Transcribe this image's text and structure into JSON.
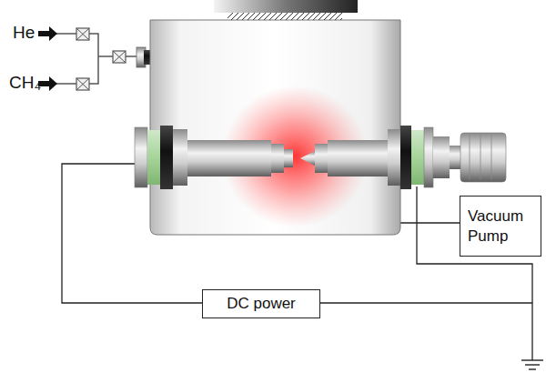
{
  "diagram": {
    "nodes": [
      {
        "text": [
          "Vacuum Pump"
        ]
      },
      {
        "text": [
          "DC power"
        ]
      }
    ],
    "labels": [
      "He",
      "CH₄"
    ]
  }
}
